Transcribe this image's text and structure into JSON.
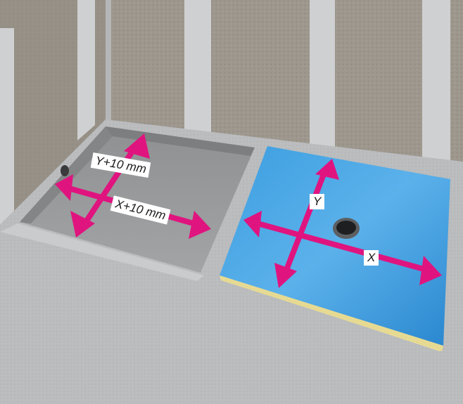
{
  "labels": {
    "recess_y": "Y+10 mm",
    "recess_x": "X+10 mm",
    "board_y": "Y",
    "board_x": "X"
  },
  "colors": {
    "arrow": "#e0147f",
    "board_blue": "#2a8fd6",
    "board_edge": "#e9df9c",
    "floor": "#b9bbbd",
    "wall": "#9a958c"
  },
  "icons": {
    "drain": "floor-drain-icon",
    "arrow": "double-headed-arrow-icon"
  }
}
